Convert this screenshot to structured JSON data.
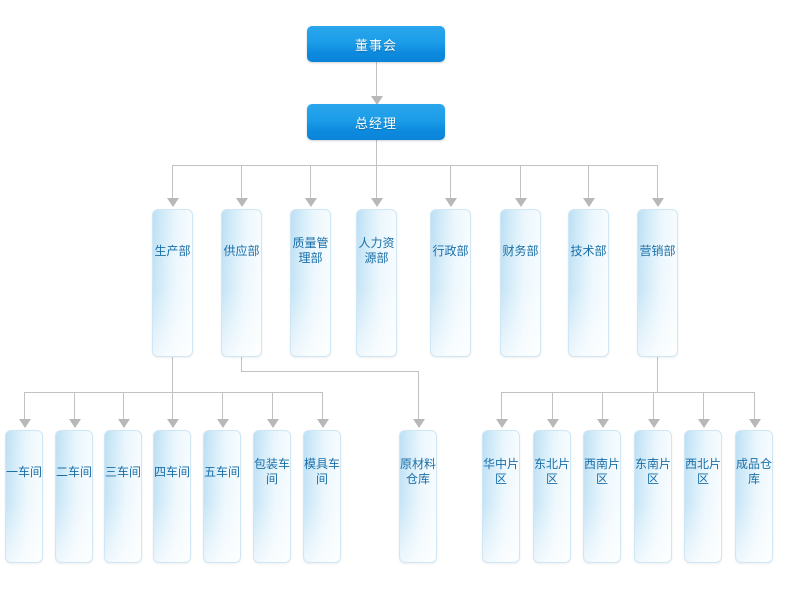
{
  "chart": {
    "type": "org-chart",
    "title": "",
    "colors": {
      "top_node_fill": "#1b9de8",
      "top_node_text": "#ffffff",
      "leaf_node_fill_left": "#bcdff4",
      "leaf_node_fill_right": "#f7fcfe",
      "leaf_node_text": "#1a6fa8",
      "connector": "#c2c2c2",
      "arrow": "#b8b8b8",
      "background": "#ffffff"
    }
  },
  "nodes": {
    "board": {
      "label": "董事会"
    },
    "general_manager": {
      "label": "总经理"
    },
    "departments": [
      {
        "label": "生产部"
      },
      {
        "label": "供应部"
      },
      {
        "label": "质量管理部"
      },
      {
        "label": "人力资源部"
      },
      {
        "label": "行政部"
      },
      {
        "label": "财务部"
      },
      {
        "label": "技术部"
      },
      {
        "label": "营销部"
      }
    ],
    "production_units": [
      {
        "label": "一车间"
      },
      {
        "label": "二车间"
      },
      {
        "label": "三车间"
      },
      {
        "label": "四车间"
      },
      {
        "label": "五车间"
      },
      {
        "label": "包装车间"
      },
      {
        "label": "模具车间"
      }
    ],
    "supply_units": [
      {
        "label": "原材料仓库"
      }
    ],
    "marketing_units": [
      {
        "label": "华中片区"
      },
      {
        "label": "东北片区"
      },
      {
        "label": "西南片区"
      },
      {
        "label": "东南片区"
      },
      {
        "label": "西北片区"
      },
      {
        "label": "成品仓库"
      }
    ]
  }
}
